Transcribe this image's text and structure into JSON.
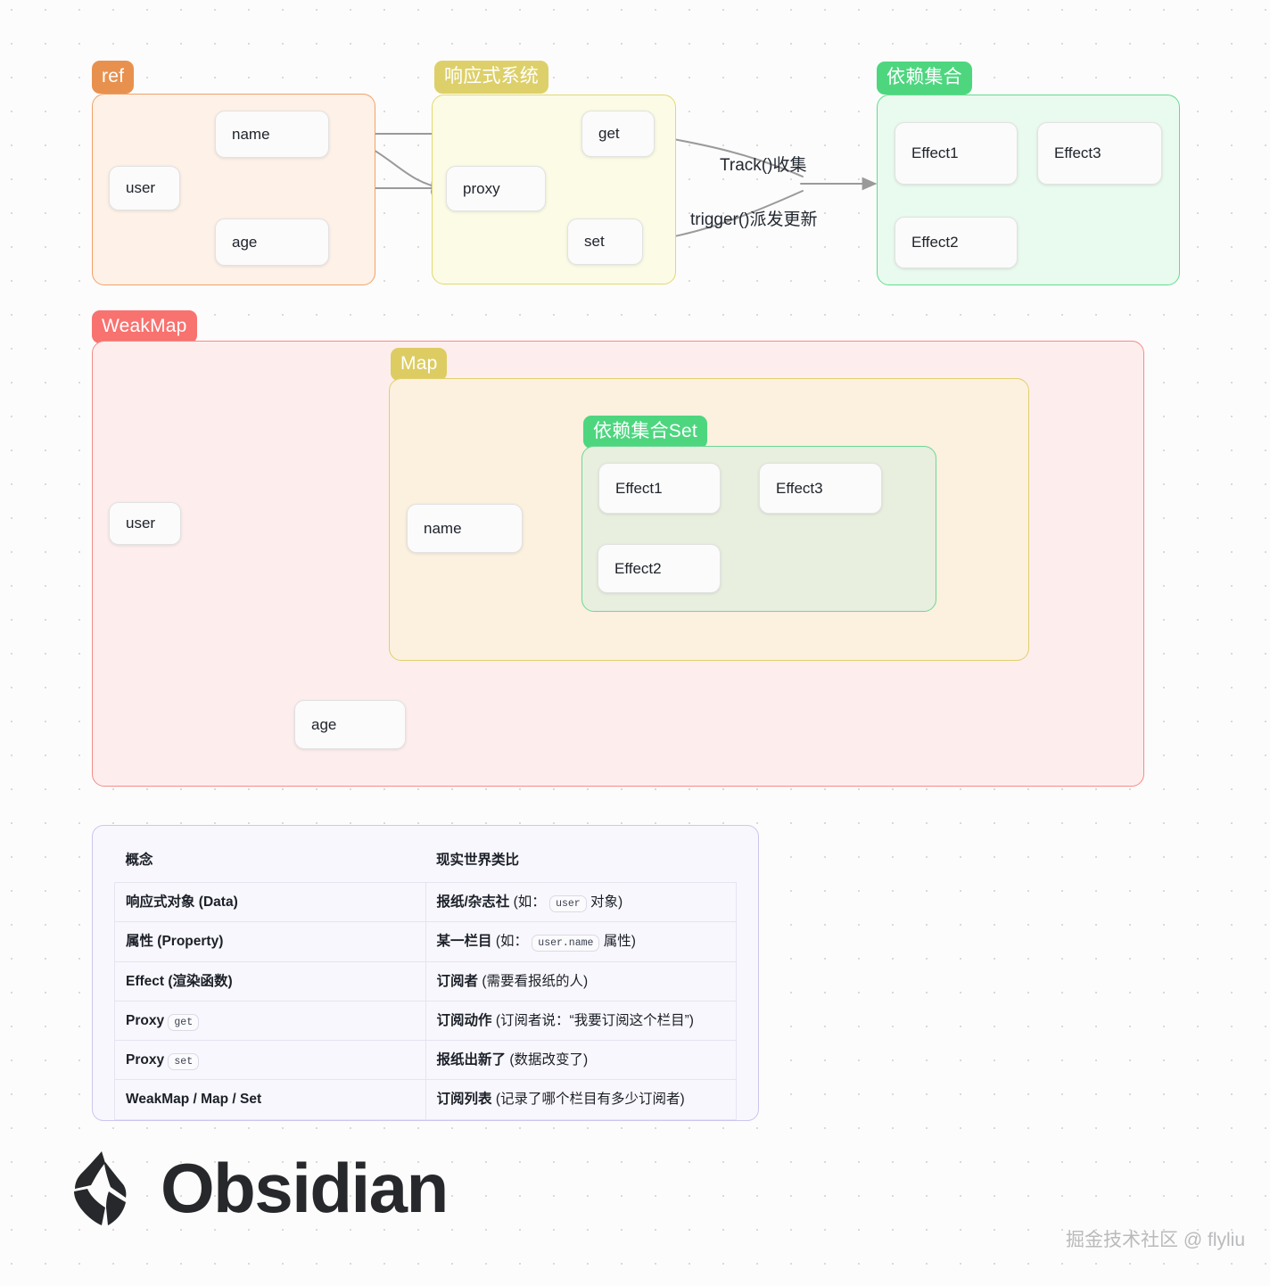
{
  "canvas": {
    "watermark": "掘金技术社区 @ flyliu",
    "logo_text": "Obsidian",
    "logo_icon": "obsidian-gem-icon"
  },
  "colors": {
    "ref_tag": "#e8914f",
    "ref_frame_border": "#f0a269",
    "ref_frame_bg": "#fdf1e8",
    "reactive_tag": "#ddd06a",
    "reactive_frame_border": "#e2d96e",
    "reactive_frame_bg": "#fbfbe6",
    "deps_tag": "#4ed67f",
    "deps_frame_border": "#63db8e",
    "deps_frame_bg": "#e9faee",
    "weakmap_tag": "#f8726f",
    "weakmap_frame_border": "#f58a88",
    "weakmap_frame_bg": "#fdeeed",
    "map_tag": "#ddcc62",
    "map_frame_border": "#e0cf6e",
    "map_frame_bg": "#fcf0de",
    "set_tag": "#4ed67f",
    "set_frame_border": "#6ed797",
    "set_frame_bg": "#e8efdf",
    "node_bg": "#fbfbfb",
    "node_border": "#e2e2e2",
    "wire": "#9a9a9a",
    "table_bg": "#f8f7fd",
    "table_border": "#cdc6ef"
  },
  "top_diagram": {
    "groups": [
      {
        "id": "ref",
        "label": "ref"
      },
      {
        "id": "reactive",
        "label": "响应式系统"
      },
      {
        "id": "deps",
        "label": "依赖集合"
      }
    ],
    "nodes": {
      "user": "user",
      "name": "name",
      "age": "age",
      "proxy": "proxy",
      "get": "get",
      "set": "set",
      "effect1": "Effect1",
      "effect2": "Effect2",
      "effect3": "Effect3"
    },
    "edge_labels": {
      "track": "Track()收集",
      "trigger": "trigger()派发更新"
    }
  },
  "bottom_diagram": {
    "groups": [
      {
        "id": "weakmap",
        "label": "WeakMap"
      },
      {
        "id": "map",
        "label": "Map"
      },
      {
        "id": "set",
        "label": "依赖集合Set"
      }
    ],
    "nodes": {
      "user": "user",
      "age": "age",
      "name": "name",
      "effect1": "Effect1",
      "effect2": "Effect2",
      "effect3": "Effect3"
    }
  },
  "table": {
    "headers": [
      "概念",
      "现实世界类比"
    ],
    "rows": [
      {
        "concept_text": "响应式对象 (Data)",
        "concept_chip": "",
        "analogy_strong": "报纸/杂志社",
        "analogy_pre": " (如：",
        "analogy_chip": "user",
        "analogy_post": "对象)"
      },
      {
        "concept_text": "属性 (Property)",
        "concept_chip": "",
        "analogy_strong": "某一栏目",
        "analogy_pre": " (如：",
        "analogy_chip": "user.name",
        "analogy_post": "属性)"
      },
      {
        "concept_text": "Effect (渲染函数)",
        "concept_chip": "",
        "analogy_strong": "订阅者",
        "analogy_pre": " (需要看报纸的人)",
        "analogy_chip": "",
        "analogy_post": ""
      },
      {
        "concept_text": "Proxy",
        "concept_chip": "get",
        "analogy_strong": "订阅动作",
        "analogy_pre": " (订阅者说：“我要订阅这个栏目”)",
        "analogy_chip": "",
        "analogy_post": ""
      },
      {
        "concept_text": "Proxy",
        "concept_chip": "set",
        "analogy_strong": "报纸出新了",
        "analogy_pre": " (数据改变了)",
        "analogy_chip": "",
        "analogy_post": ""
      },
      {
        "concept_text": "WeakMap / Map / Set",
        "concept_chip": "",
        "analogy_strong": "订阅列表",
        "analogy_pre": " (记录了哪个栏目有多少订阅者)",
        "analogy_chip": "",
        "analogy_post": ""
      }
    ]
  }
}
